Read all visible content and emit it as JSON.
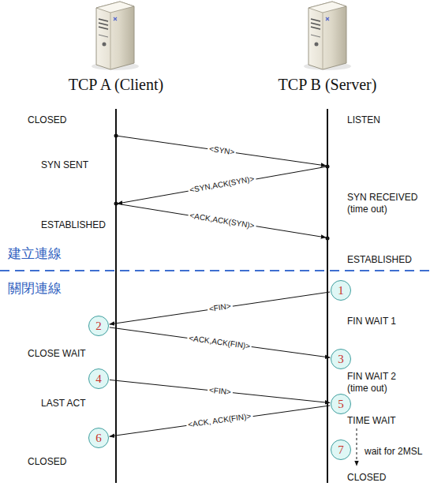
{
  "diagram": {
    "nodes": [
      {
        "text": [
          "1"
        ]
      },
      {
        "text": [
          "2"
        ]
      },
      {
        "text": [
          "3"
        ]
      },
      {
        "text": [
          "4"
        ]
      },
      {
        "text": [
          "5"
        ]
      },
      {
        "text": [
          "6"
        ]
      },
      {
        "text": [
          "7"
        ]
      }
    ],
    "edges": [
      {
        "from": 0,
        "to": 1,
        "arrow": "to",
        "label": "<FIN>"
      },
      {
        "from": 1,
        "to": 2,
        "arrow": "to",
        "label": "<ACK,ACK(FIN)>"
      },
      {
        "from": 3,
        "to": 4,
        "arrow": "to",
        "label": "<FIN>"
      },
      {
        "from": 4,
        "to": 5,
        "arrow": "to",
        "label": "<ACK, ACK(FIN)>"
      }
    ],
    "labels": [
      "TCP A (Client)",
      "TCP B (Server)",
      "CLOSED",
      "LISTEN",
      "SYN SENT",
      "<SYN>",
      "<SYN,ACK(SYN)>",
      "SYN RECEIVED (time out)",
      "ESTABLISHED",
      "<ACK,ACK(SYN)>",
      "建立連線",
      "ESTABLISHED",
      "關閉連線",
      "FIN WAIT 1",
      "CLOSE WAIT",
      "FIN WAIT 2 (time out)",
      "LAST ACT",
      "TIME WAIT",
      "wait for 2MSL",
      "CLOSED",
      "CLOSED"
    ]
  }
}
